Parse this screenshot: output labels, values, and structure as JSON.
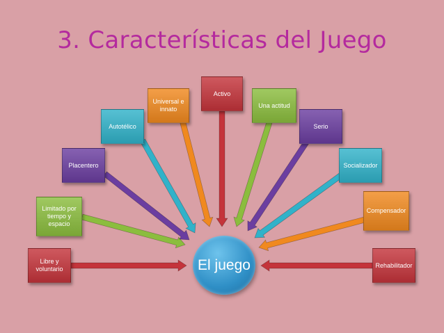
{
  "slide": {
    "title": "3. Características del Juego",
    "center": "El juego",
    "nodes": [
      {
        "label": "Libre y voluntario",
        "color": "#c4343b"
      },
      {
        "label": "Limitado por tiempo y espacio",
        "color": "#8bbd3e"
      },
      {
        "label": "Placentero",
        "color": "#6b3ea0"
      },
      {
        "label": "Autotélico",
        "color": "#31b2c9"
      },
      {
        "label": "Universal e innato",
        "color": "#f0891f"
      },
      {
        "label": "Activo",
        "color": "#c4343b"
      },
      {
        "label": "Una actitud",
        "color": "#8bbd3e"
      },
      {
        "label": "Serio",
        "color": "#6b3ea0"
      },
      {
        "label": "Socializador",
        "color": "#31b2c9"
      },
      {
        "label": "Compensador",
        "color": "#f0891f"
      },
      {
        "label": "Rehabilitador",
        "color": "#c4343b"
      }
    ]
  }
}
